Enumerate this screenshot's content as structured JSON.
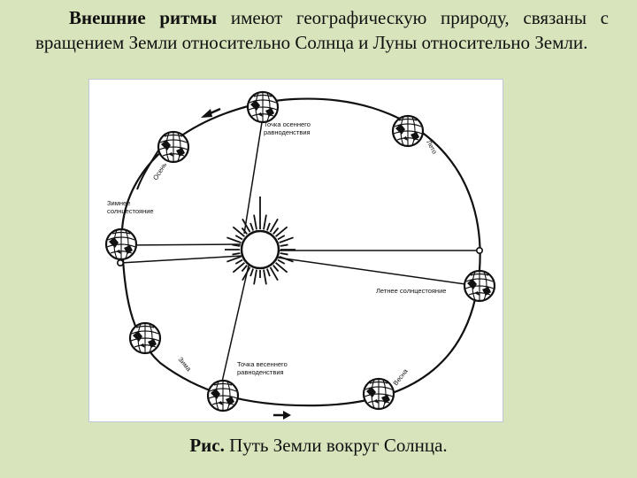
{
  "intro": {
    "bold": "Внешние ритмы",
    "rest": " имеют географическую природу, связаны с вращением Земли относительно Солнца и Луны относительно Земли."
  },
  "diagram": {
    "labels": {
      "autumn_equinox": [
        "Точка осеннего",
        "равноденствия"
      ],
      "winter_solstice": [
        "Зимнее",
        "солнцестояние"
      ],
      "summer_solstice": "Летнее солнцестояние",
      "spring_equinox": [
        "Точка весеннего",
        "равноденствия"
      ],
      "autumn": "Осень",
      "summer": "Лето",
      "winter": "Зима",
      "spring": "Весна"
    }
  },
  "caption": {
    "bold": "Рис.",
    "rest": " Путь Земли вокруг Солнца."
  }
}
